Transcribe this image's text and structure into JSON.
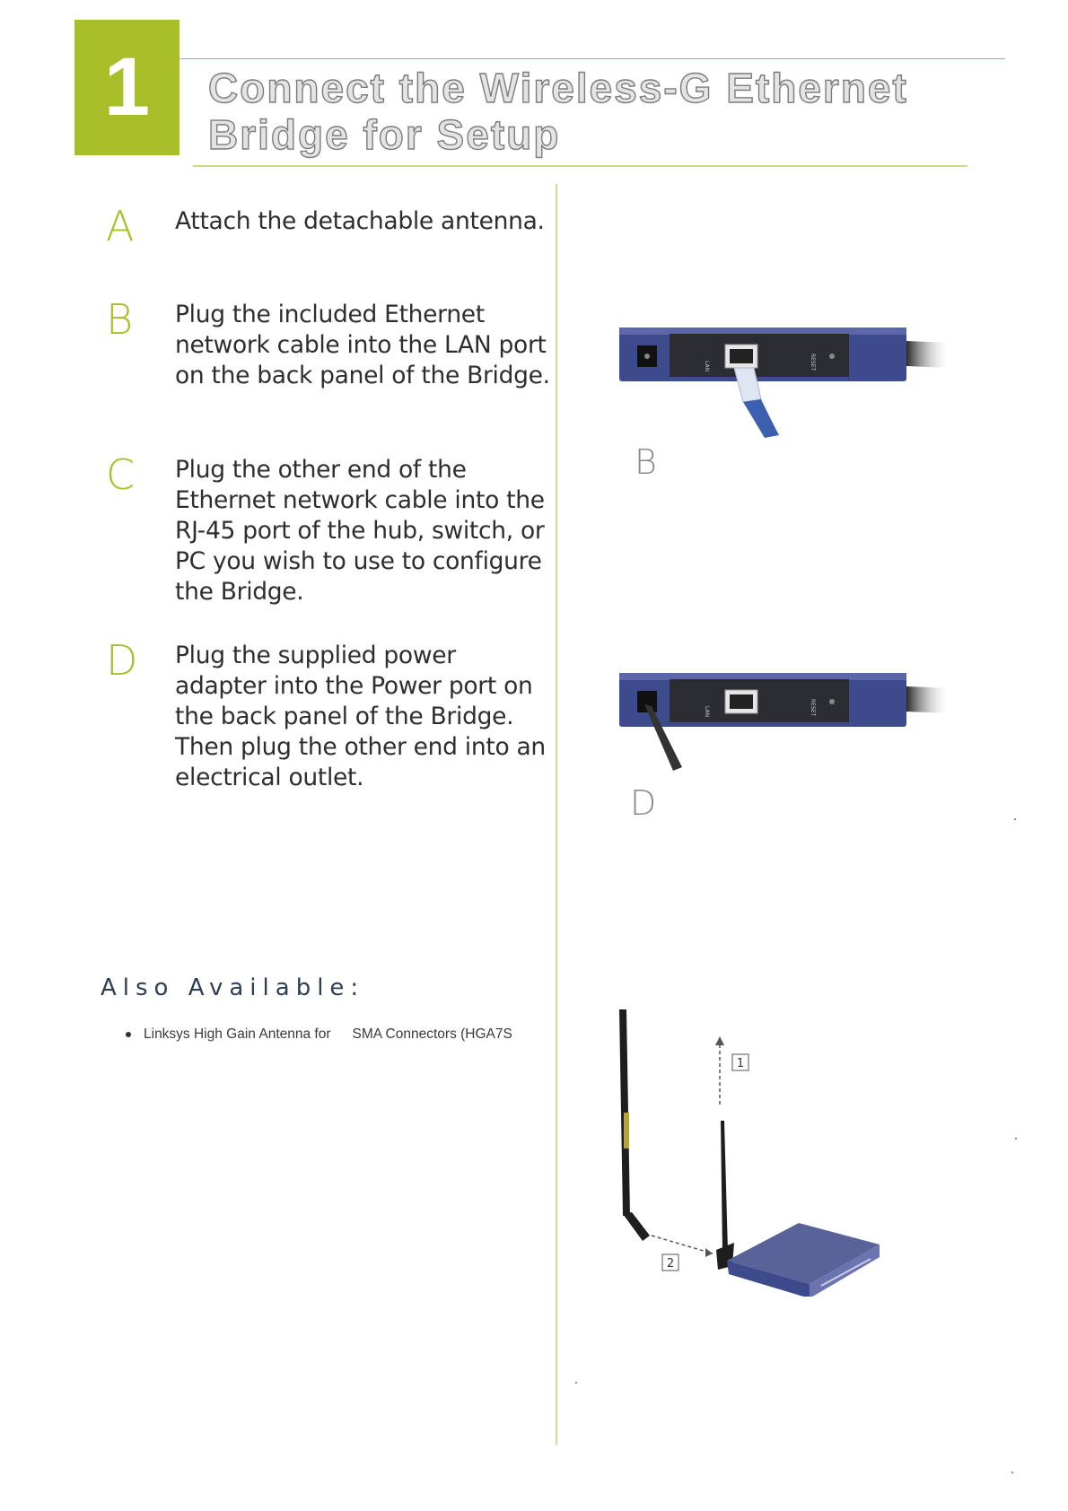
{
  "header": {
    "step_number": "1",
    "title_line1": "Connect the Wireless-G Ethernet",
    "title_line2": "Bridge for Setup"
  },
  "steps": [
    {
      "letter": "A",
      "text": "Attach the detachable antenna."
    },
    {
      "letter": "B",
      "text": "Plug the included Ethernet network cable into the LAN port on the back panel of the Bridge."
    },
    {
      "letter": "C",
      "text": "Plug the other end of the Ethernet network cable into the RJ-45 port of the hub, switch, or PC you wish to use to configure the Bridge."
    },
    {
      "letter": "D",
      "text": "Plug the supplied power adapter into the Power port on the back panel of the Bridge. Then plug the other end into an electrical outlet."
    }
  ],
  "also_available": {
    "title": "Also Available:",
    "items": [
      {
        "part1": "Linksys High Gain Antenna for",
        "part2": "SMA Connectors (HGA7S"
      }
    ]
  },
  "figures": {
    "b_label": "B",
    "d_label": "D",
    "callout_1": "1",
    "callout_2": "2",
    "port_label_lan": "LAN",
    "port_label_reset": "RESET",
    "colors": {
      "accent_green": "#a8bf2a",
      "device_blue": "#3d4a8c",
      "device_dark": "#2b2d33"
    }
  }
}
